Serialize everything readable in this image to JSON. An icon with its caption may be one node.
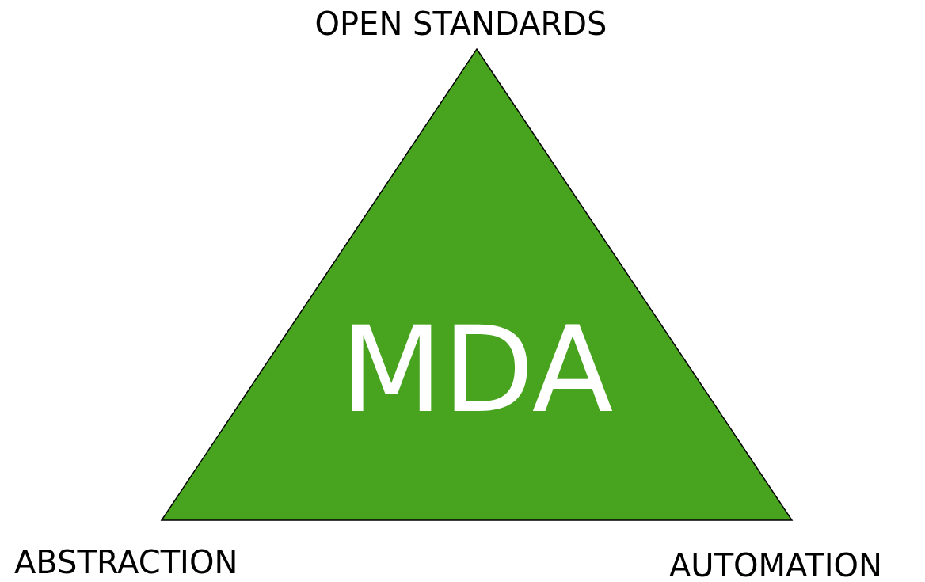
{
  "diagram": {
    "nodes": [
      {
        "text": [
          "MDA"
        ]
      }
    ],
    "labels": [
      "OPEN STANDARDS",
      "ABSTRACTION",
      "AUTOMATION"
    ]
  }
}
